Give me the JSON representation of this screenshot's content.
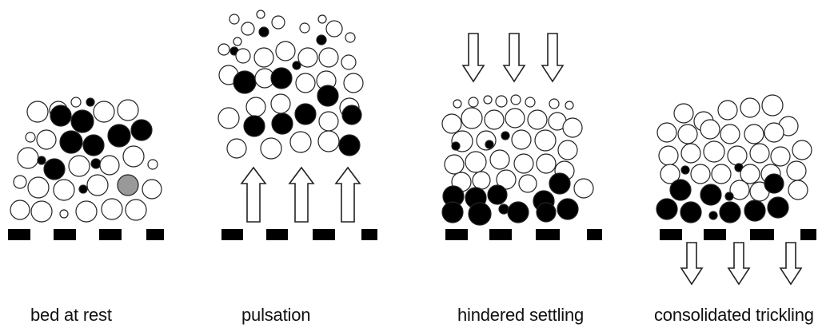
{
  "panels": [
    {
      "id": "bed-at-rest",
      "caption": "bed at rest"
    },
    {
      "id": "pulsation",
      "caption": "pulsation"
    },
    {
      "id": "hindered-settling",
      "caption": "hindered settling"
    },
    {
      "id": "consolidated-trickling",
      "caption": "consolidated trickling"
    }
  ],
  "colors": {
    "light_particle": "#ffffff",
    "heavy_particle": "#000000",
    "middling_particle": "#999999",
    "outline": "#222222",
    "screen": "#000000"
  },
  "flow_arrows": {
    "pulsation": "upward",
    "hindered-settling": "downward",
    "consolidated-trickling": "downward-through-screen"
  }
}
